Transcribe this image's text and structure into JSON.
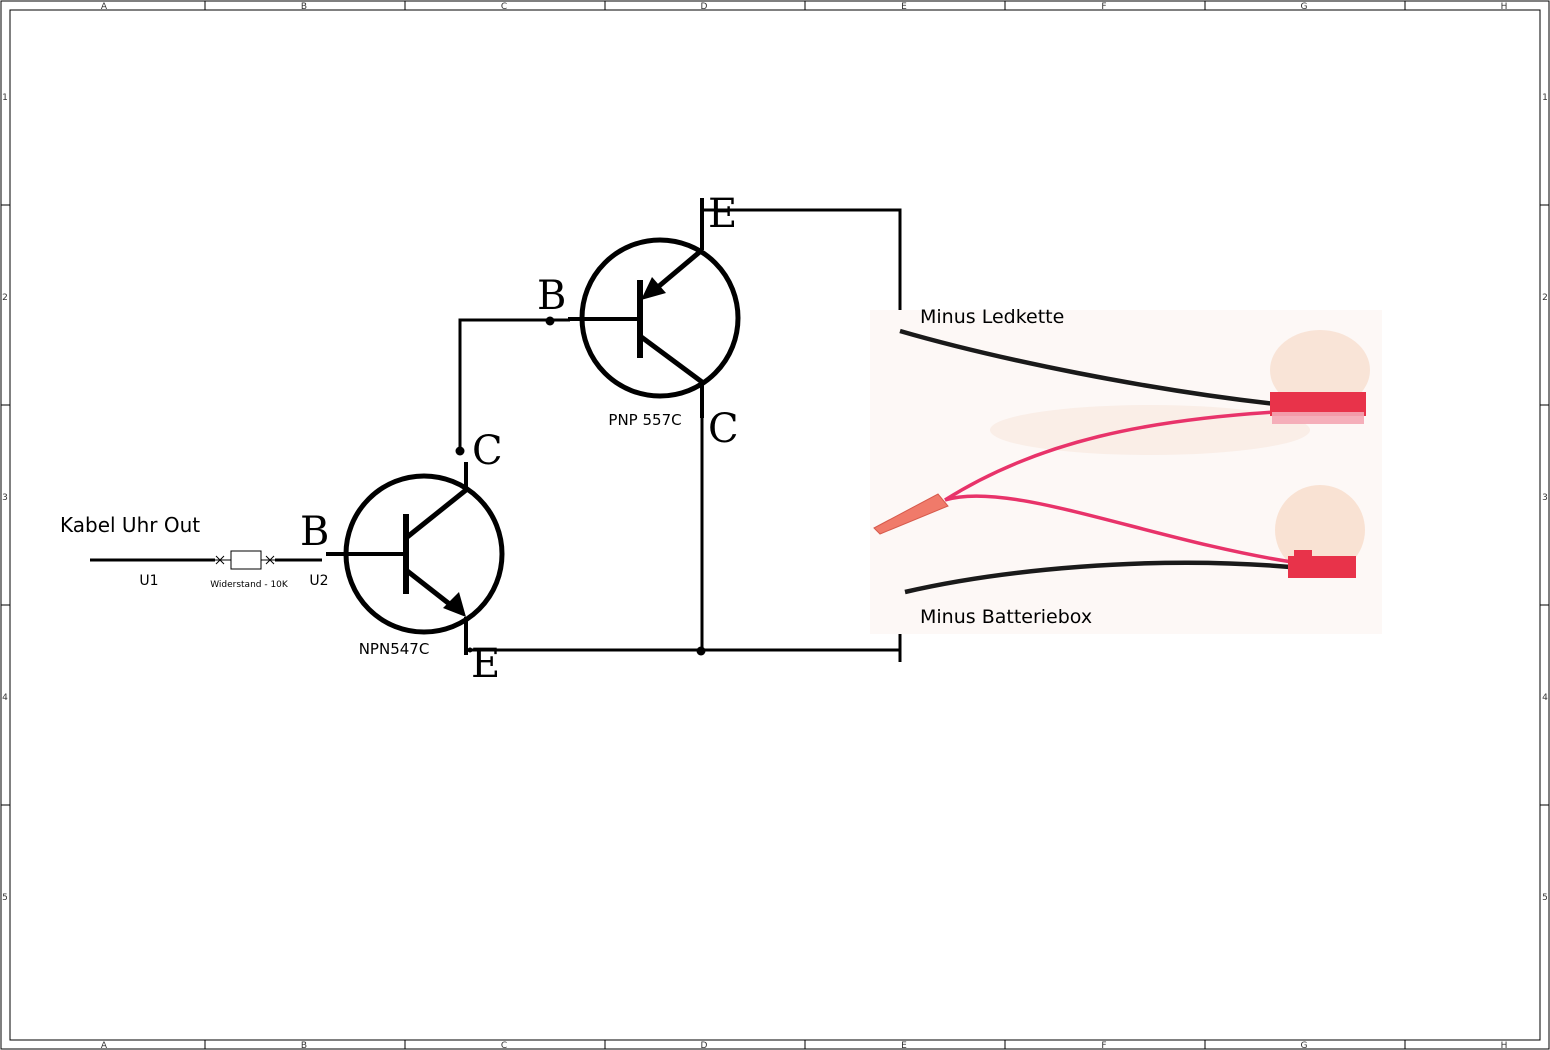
{
  "sheet": {
    "col_labels": [
      "A",
      "B",
      "C",
      "D",
      "E",
      "F",
      "G",
      "H"
    ],
    "row_labels": [
      "1",
      "2",
      "3",
      "4",
      "5"
    ]
  },
  "labels": {
    "input_title": "Kabel Uhr Out",
    "u1": "U1",
    "u2": "U2",
    "resistor": "Widerstand - 10K",
    "npn_name": "NPN547C",
    "pnp_name": "PNP 557C",
    "minus_ledkette": "Minus Ledkette",
    "minus_batteriebox": "Minus Batteriebox"
  },
  "pins": {
    "npn_b": "B",
    "npn_c": "C",
    "npn_e": "E",
    "pnp_b": "B",
    "pnp_c": "C",
    "pnp_e": "E"
  },
  "colors": {
    "wire": "#000000",
    "red_wire": "#e8336a",
    "black_wire": "#1a1a1a",
    "connector_red": "#e8334a",
    "photo_bg": "#fbf5f2"
  }
}
